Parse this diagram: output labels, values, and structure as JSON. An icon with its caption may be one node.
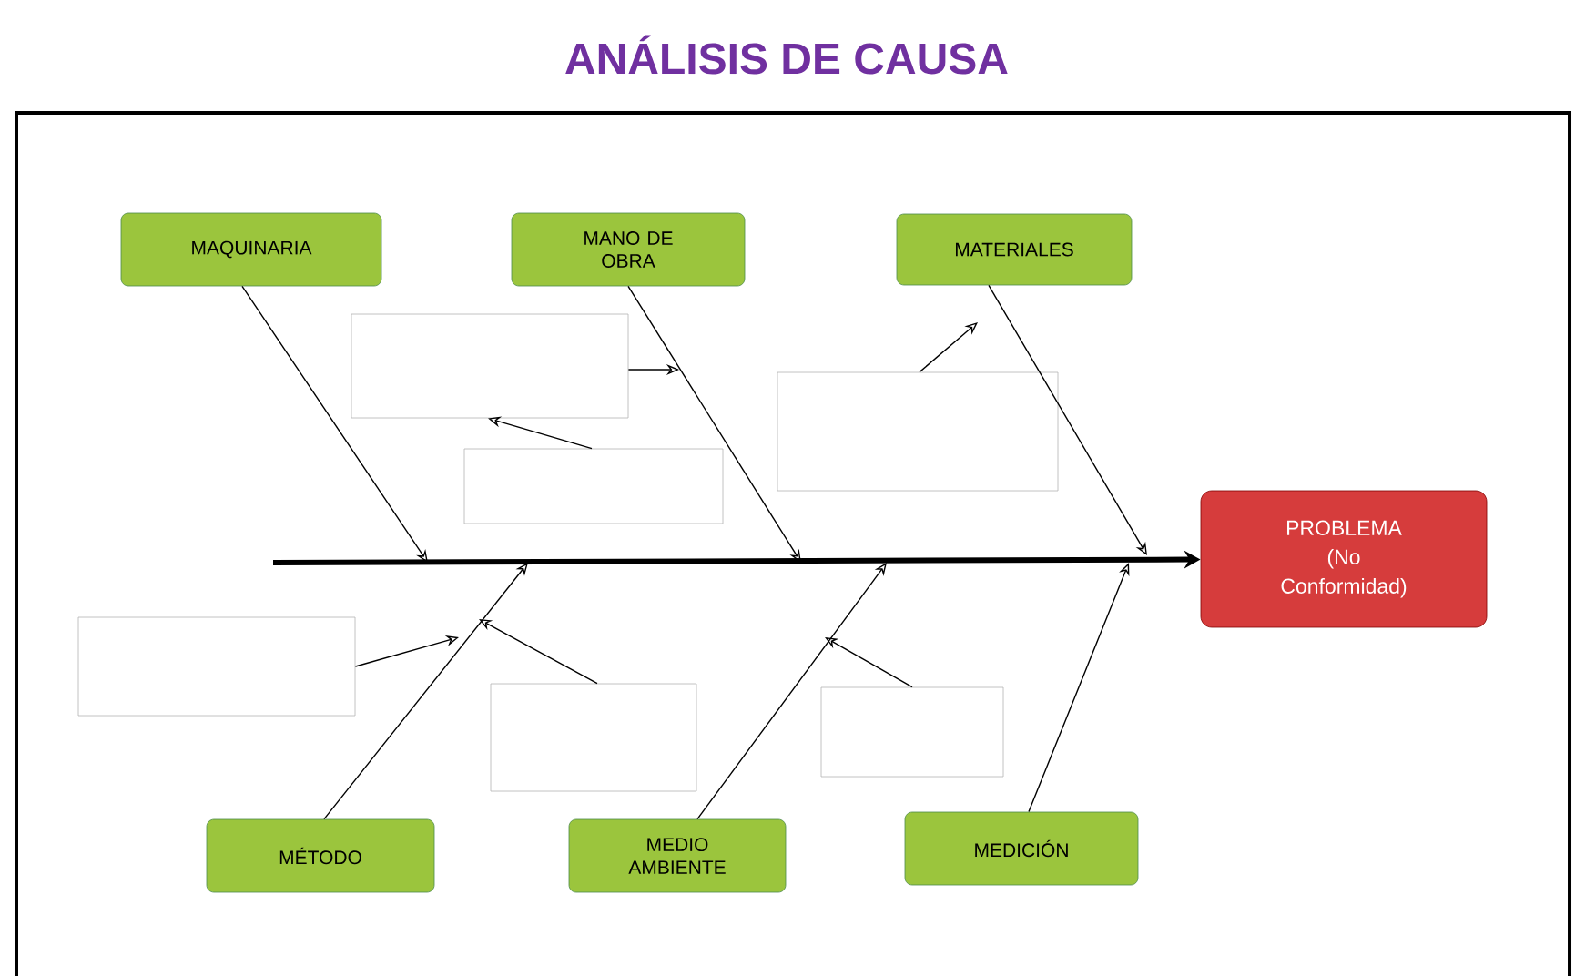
{
  "diagram": {
    "title": "ANÁLISIS DE CAUSA",
    "nodes": [
      {
        "text": [
          "MAQUINARIA"
        ]
      },
      {
        "text": [
          "MANO DE OBRA"
        ]
      },
      {
        "text": [
          "MATERIALES"
        ]
      },
      {
        "text": [
          "PROBLEMA (No Conformidad)"
        ]
      },
      {
        "text": [],
        "shape": "box"
      },
      {
        "text": [],
        "shape": "box"
      },
      {
        "text": [],
        "shape": "box"
      },
      {
        "text": [],
        "shape": "box"
      },
      {
        "text": [],
        "shape": "box"
      },
      {
        "text": [],
        "shape": "box"
      },
      {
        "text": [
          "MÉTODO"
        ]
      },
      {
        "text": [
          "MEDIO AMBIENTE"
        ]
      },
      {
        "text": [
          "MEDICIÓN"
        ]
      }
    ],
    "edges": [
      {
        "from": null,
        "to": 3,
        "arrow": "to",
        "style": "thick"
      },
      {
        "from": 0,
        "to": null,
        "arrow": "to"
      },
      {
        "from": 1,
        "to": null,
        "arrow": "to"
      },
      {
        "from": 2,
        "to": null,
        "arrow": "to"
      },
      {
        "from": 10,
        "to": null,
        "arrow": "to"
      },
      {
        "from": 11,
        "to": null,
        "arrow": "to"
      },
      {
        "from": 12,
        "to": null,
        "arrow": "to"
      },
      {
        "from": 4,
        "to": null,
        "arrow": "to"
      },
      {
        "from": 5,
        "to": 4,
        "arrow": "to"
      },
      {
        "from": 6,
        "to": null,
        "arrow": "to"
      },
      {
        "from": 7,
        "to": null,
        "arrow": "to"
      },
      {
        "from": 8,
        "to": null,
        "arrow": "to"
      },
      {
        "from": 9,
        "to": null,
        "arrow": "to"
      }
    ]
  }
}
